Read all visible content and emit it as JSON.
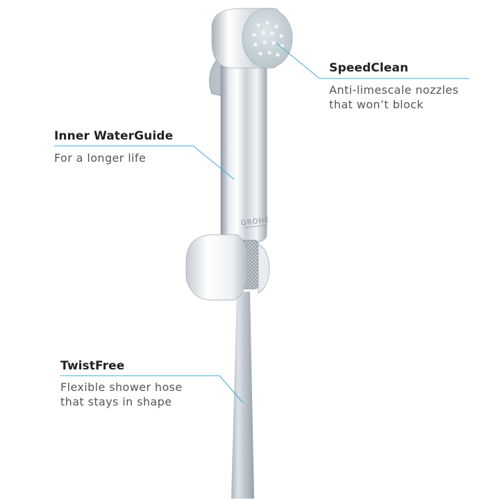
{
  "product": {
    "brand_engraving": "GROHE"
  },
  "callouts": {
    "speedclean": {
      "title": "SpeedClean",
      "lines": [
        "Anti-limescale nozzles",
        "that won’t block"
      ]
    },
    "inner_waterguide": {
      "title": "Inner WaterGuide",
      "lines": [
        "For a longer life"
      ]
    },
    "twistfree": {
      "title": "TwistFree",
      "lines": [
        "Flexible shower hose",
        "that stays in shape"
      ]
    }
  },
  "colors": {
    "leader_line": "#3fa7d6",
    "title_text": "#222222",
    "body_text": "#555555",
    "chrome_dark": "#9aa3ad",
    "chrome_light": "#f4f6f8",
    "nozzle_face": "#cfd9dd"
  }
}
